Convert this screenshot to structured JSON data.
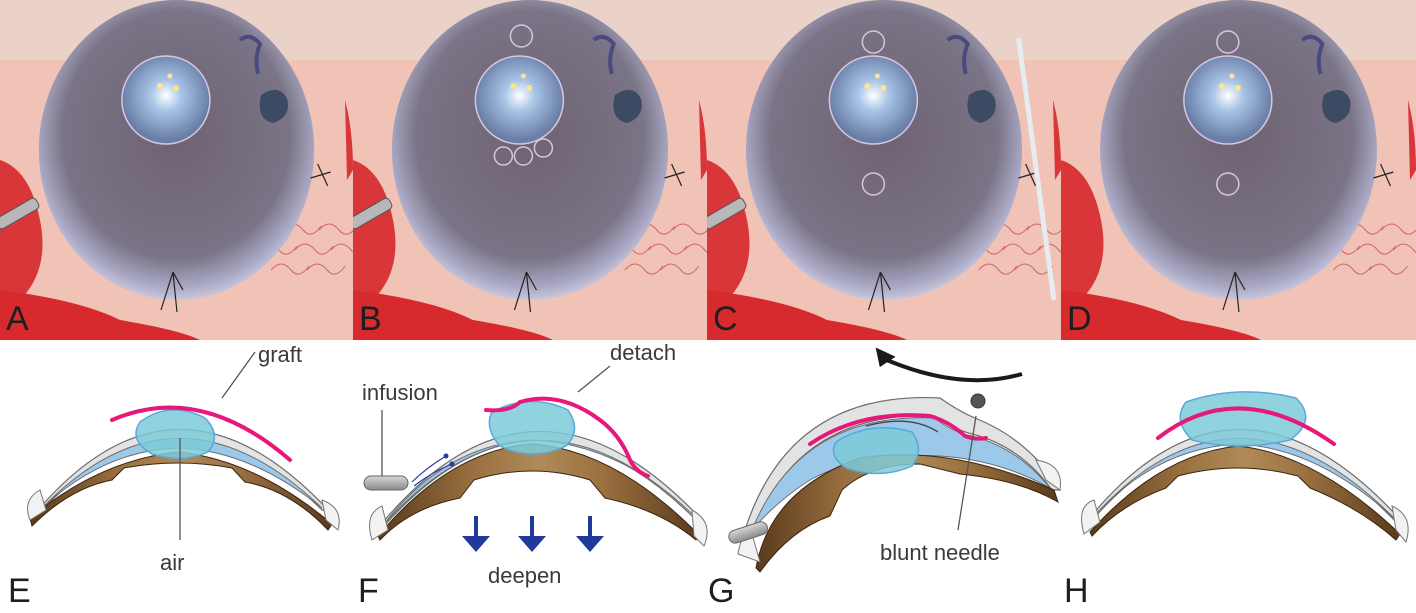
{
  "figure": {
    "photo_panels": [
      {
        "label": "A",
        "nicks": 0,
        "needle": false
      },
      {
        "label": "B",
        "nicks": 4,
        "needle": false
      },
      {
        "label": "C",
        "nicks": 2,
        "needle": true
      },
      {
        "label": "D",
        "nicks": 2,
        "needle": false
      }
    ],
    "diagram_panels": [
      {
        "label": "E",
        "annotations": {
          "graft": "graft",
          "air": "air"
        }
      },
      {
        "label": "F",
        "annotations": {
          "infusion": "infusion",
          "detach": "detach",
          "deepen": "deepen"
        }
      },
      {
        "label": "G",
        "annotations": {
          "blunt_needle": "blunt needle"
        }
      },
      {
        "label": "H",
        "annotations": {}
      }
    ],
    "colors": {
      "graft": "#e8177a",
      "air_bubble": "#7ccad8",
      "chamber_fluid": "#9cc8ea",
      "cornea": "#e3e3e3",
      "iris": "#8a6238",
      "arrow_blue": "#1f3a9a",
      "sclera_red": "#d9363a",
      "cornea_photo": "#7a7486"
    }
  }
}
